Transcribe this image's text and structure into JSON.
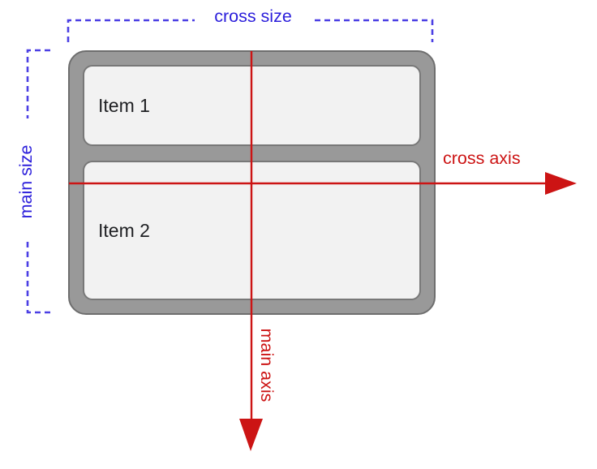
{
  "diagram": {
    "labels": {
      "cross_size": "cross size",
      "main_size": "main size",
      "cross_axis": "cross axis",
      "main_axis": "main axis"
    },
    "container": {
      "items": [
        {
          "label": "Item 1"
        },
        {
          "label": "Item 2"
        }
      ]
    },
    "colors": {
      "size_label": "#2b1edb",
      "size_bracket": "#4b3fe4",
      "axis": "#cc1414",
      "container_fill": "#999999",
      "container_stroke": "#6e6e6e",
      "item_fill": "#f2f2f2",
      "item_stroke": "#787878",
      "item_text": "#1f2023",
      "background": "#ffffff"
    }
  }
}
